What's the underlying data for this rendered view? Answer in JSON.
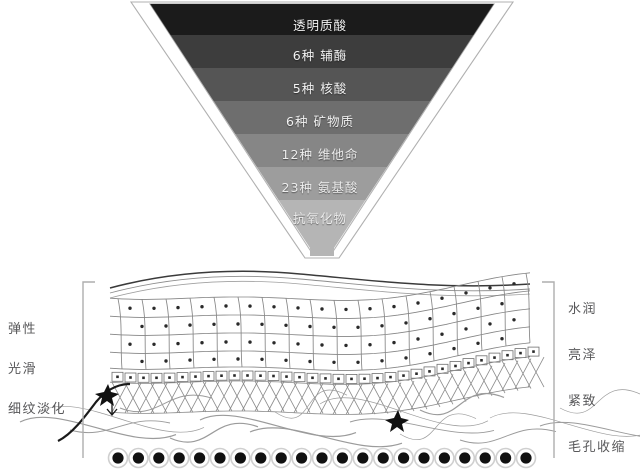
{
  "funnel": {
    "layers": [
      {
        "label": "透明质酸",
        "color": "#1b1b1b"
      },
      {
        "label": "6种 辅酶",
        "color": "#3d3d3d"
      },
      {
        "label": "5种 核酸",
        "color": "#555555"
      },
      {
        "label": "6种 矿物质",
        "color": "#6e6e6e"
      },
      {
        "label": "12种 维他命",
        "color": "#868686"
      },
      {
        "label": "23种 氨基酸",
        "color": "#9d9d9d"
      },
      {
        "label": "抗氧化物",
        "color": "#b5b5b5"
      }
    ],
    "outline_color": "#9a9a9a"
  },
  "benefits": {
    "left": [
      {
        "label": "弹性"
      },
      {
        "label": "光滑"
      },
      {
        "label": "细纹淡化"
      }
    ],
    "right": [
      {
        "label": "水润"
      },
      {
        "label": "亮泽"
      },
      {
        "label": "紧致"
      },
      {
        "label": "毛孔收缩"
      }
    ],
    "text_color": "#58585a",
    "bracket_color": "#aeaeae"
  },
  "skin": {
    "epidermis_label": "epidermis-cell-grid",
    "basal_label": "basal-cell-layer",
    "dermis_label": "dermis-collagen-network",
    "fat_label": "subcutaneous-fat-cells",
    "fibroblast_label": "fibroblast-cell",
    "line_color": "#6f6f6f",
    "fat_fill": "#111111",
    "fat_ring": "#cfcfcf"
  }
}
